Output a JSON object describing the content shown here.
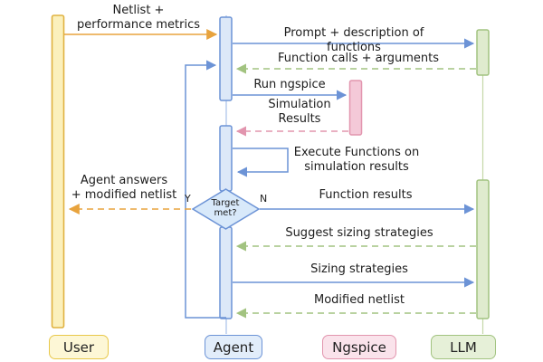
{
  "actors": {
    "user": "User",
    "agent": "Agent",
    "ngspice": "Ngspice",
    "llm": "LLM"
  },
  "messages": {
    "netlist": "Netlist +\nperformance metrics",
    "prompt": "Prompt + description of functions",
    "function_calls": "Function calls + arguments",
    "run_ngspice": "Run ngspice",
    "simulation_results": "Simulation\nResults",
    "execute_functions": "Execute Functions on\nsimulation results",
    "agent_answers": "Agent answers\n+ modified netlist",
    "function_results": "Function results",
    "suggest_sizing": "Suggest sizing strategies",
    "sizing_strategies": "Sizing strategies",
    "modified_netlist": "Modified netlist"
  },
  "decision": {
    "question": "Target\nmet?",
    "yes": "Y",
    "no": "N"
  },
  "colors": {
    "user_accent": "#E0B240",
    "user_fill": "#FBF0BC",
    "agent_accent": "#6C93D6",
    "agent_fill": "#DCE8F8",
    "ngspice_accent": "#E295AE",
    "ngspice_fill": "#F4C9D8",
    "llm_accent": "#A2C380",
    "llm_fill": "#DFEBCE",
    "orange_arrow": "#E8A33D",
    "blue_arrow": "#6C93D6",
    "green_arrow": "#A2C380",
    "pink_arrow": "#E295AE"
  }
}
